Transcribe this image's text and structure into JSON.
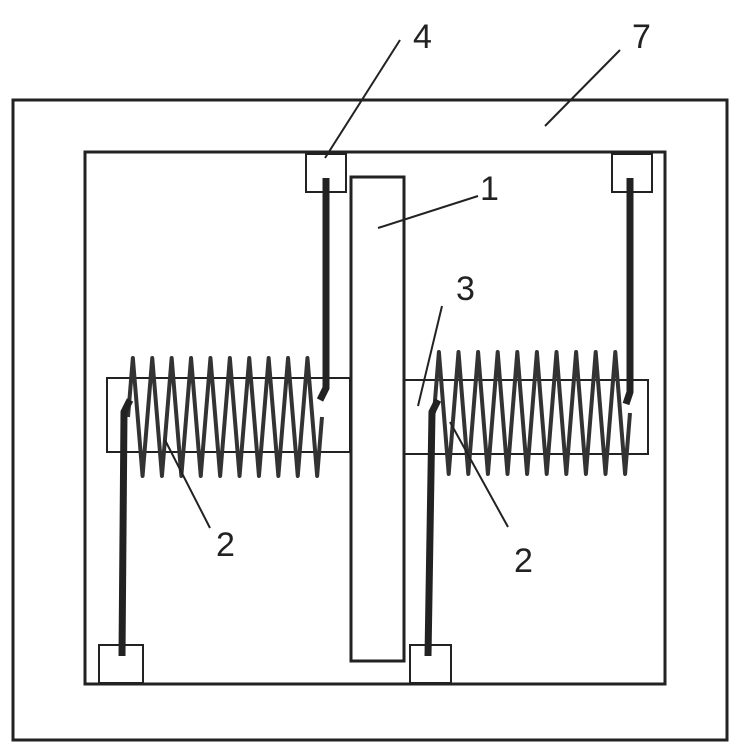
{
  "labels": {
    "rod": "1",
    "spring_left": "2",
    "spring_right": "2",
    "bar": "3",
    "anchor": "4",
    "frame": "7"
  },
  "colors": {
    "stroke": "#222222",
    "background": "#ffffff"
  }
}
